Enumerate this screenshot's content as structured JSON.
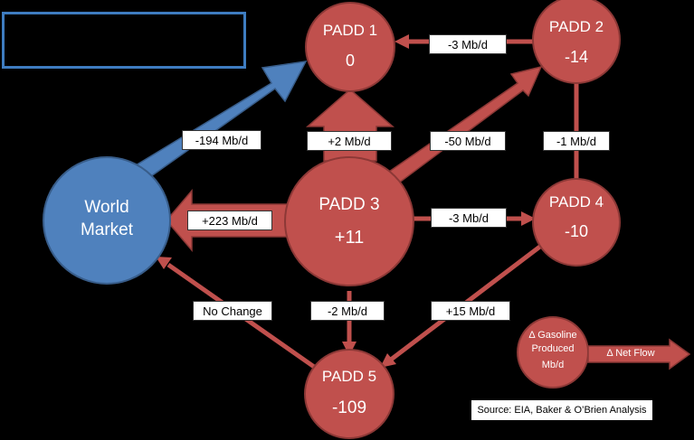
{
  "title_box": {
    "text": ""
  },
  "nodes": {
    "padd1": {
      "name": "PADD 1",
      "value": "0"
    },
    "padd2": {
      "name": "PADD 2",
      "value": "-14"
    },
    "padd3": {
      "name": "PADD 3",
      "value": "+11"
    },
    "padd4": {
      "name": "PADD 4",
      "value": "-10"
    },
    "padd5": {
      "name": "PADD 5",
      "value": "-109"
    },
    "world": {
      "line1": "World",
      "line2": "Market"
    }
  },
  "flows": {
    "padd2_to_padd1": "-3 Mb/d",
    "world_to_padd1": "-194 Mb/d",
    "padd3_to_padd1": "+2 Mb/d",
    "padd3_to_padd2": "-50 Mb/d",
    "padd4_to_padd2": "-1 Mb/d",
    "padd3_to_world": "+223 Mb/d",
    "padd3_to_padd4": "-3 Mb/d",
    "padd5_to_world": "No Change",
    "padd3_to_padd5": "-2 Mb/d",
    "padd4_to_padd5": "+15 Mb/d"
  },
  "legend": {
    "line1": "Δ Gasoline",
    "line2": "Produced",
    "line3": "Mb/d",
    "arrow_label": "Δ Net Flow"
  },
  "source": "Source: EIA, Baker & O’Brien Analysis",
  "colors": {
    "red": "#c0504d",
    "red_border": "#8c3836",
    "blue": "#4f81bd",
    "blue_border": "#385d8a",
    "title_border": "#3e7cc0"
  }
}
